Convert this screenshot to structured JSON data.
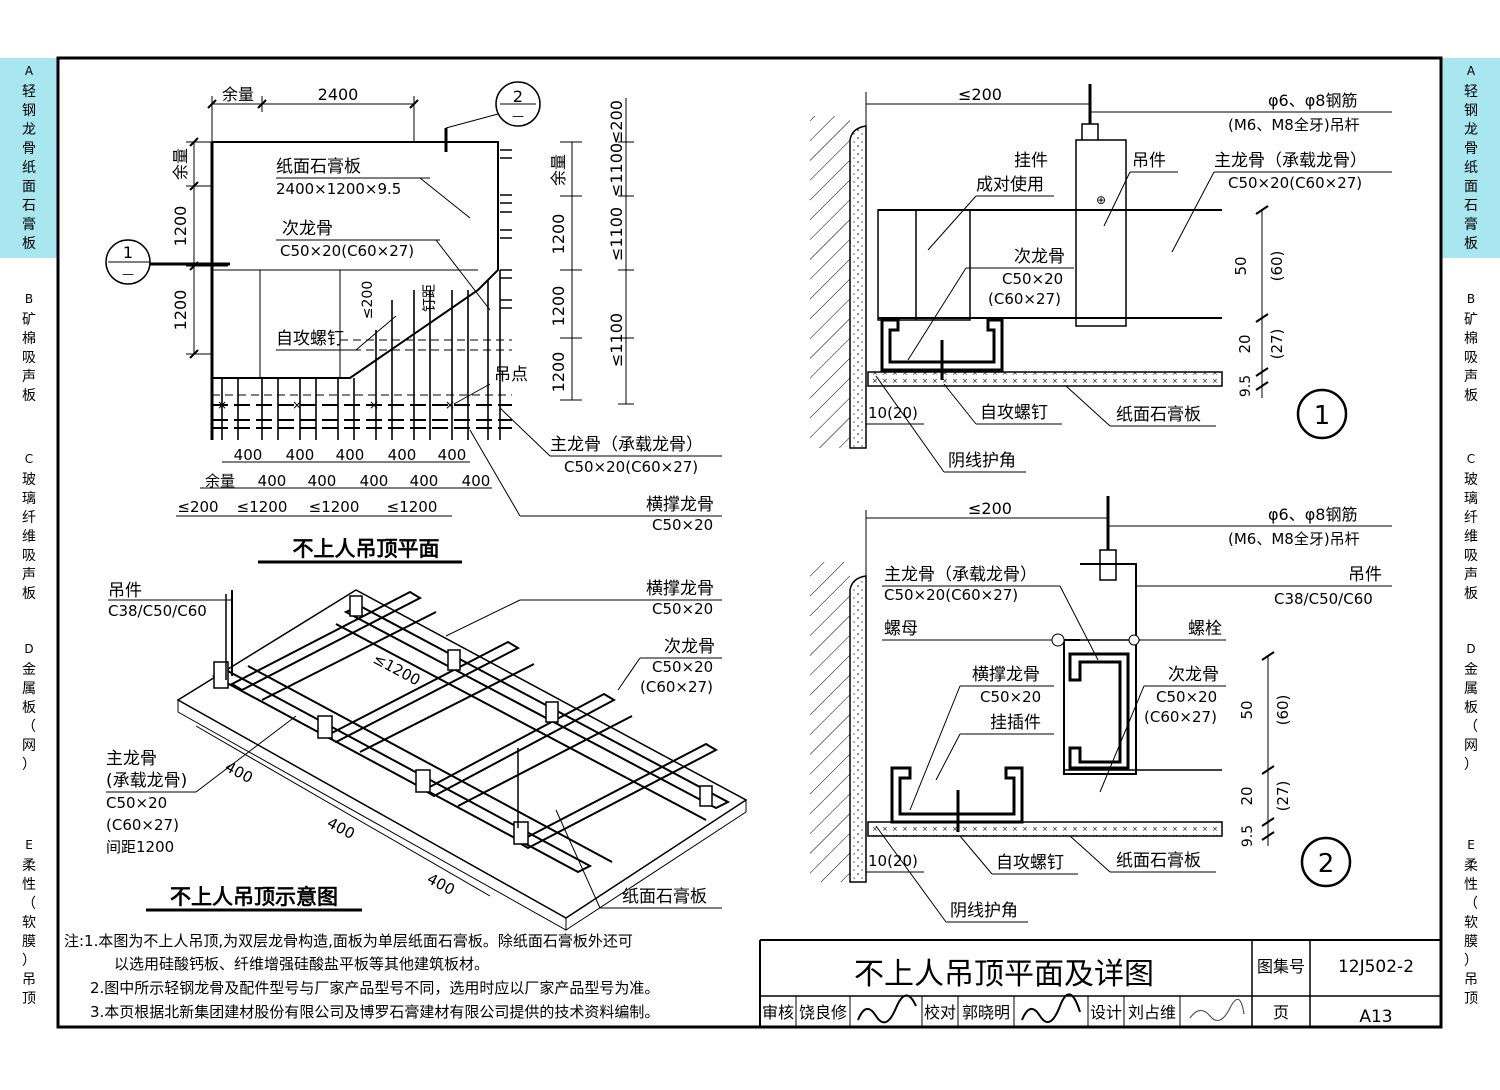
{
  "side_tabs": [
    {
      "letter": "A",
      "chars": [
        "轻",
        "钢",
        "龙",
        "骨",
        "纸",
        "面",
        "石",
        "膏",
        "板"
      ],
      "active": true
    },
    {
      "letter": "B",
      "chars": [
        "矿",
        "棉",
        "吸",
        "声",
        "板"
      ],
      "active": false
    },
    {
      "letter": "C",
      "chars": [
        "玻",
        "璃",
        "纤",
        "维",
        "吸",
        "声",
        "板"
      ],
      "active": false
    },
    {
      "letter": "D",
      "chars": [
        "金",
        "属",
        "板",
        "（",
        "网",
        "）"
      ],
      "active": false
    },
    {
      "letter": "E",
      "chars": [
        "柔",
        "性",
        "（",
        "软",
        "膜",
        "）",
        "吊",
        "顶"
      ],
      "active": false
    }
  ],
  "plan": {
    "title": "不上人吊顶平面",
    "top_dims": {
      "allowance": "余量",
      "width": "2400"
    },
    "left_dims": {
      "allowance": "余量",
      "a": "1200",
      "b": "1200"
    },
    "right_dims": {
      "allowance": "余量",
      "a": "1200",
      "b": "1200",
      "c": "1200",
      "d": "≤1100",
      "e": "≤1100",
      "f": "≤1100",
      "g": "≤200"
    },
    "board_label": "纸面石膏板",
    "board_size": "2400×1200×9.5",
    "secondary_label": "次龙骨",
    "secondary_size": "C50×20(C60×27)",
    "screw_spacing": "≤200",
    "nail_spacing": "钉距",
    "screw_label": "自攻螺钉",
    "hanger_point": "吊点",
    "bottom_row1": [
      "400",
      "400",
      "400",
      "400",
      "400"
    ],
    "bottom_row2": [
      "余量",
      "400",
      "400",
      "400",
      "400",
      "400"
    ],
    "bottom_row3": [
      "≤200",
      "≤1200",
      "≤1200",
      "≤1200"
    ],
    "main_label": "主龙骨（承载龙骨）",
    "main_size": "C50×20(C60×27)",
    "cross_label": "横撑龙骨",
    "cross_size": "C50×20",
    "section_marks": [
      {
        "num": "1",
        "sub": "—"
      },
      {
        "num": "2",
        "sub": "—"
      }
    ]
  },
  "iso": {
    "title": "不上人吊顶示意图",
    "hanger_label": "吊件",
    "hanger_size": "C38/C50/C60",
    "cross_label": "横撑龙骨",
    "cross_size": "C50×20",
    "secondary_label": "次龙骨",
    "secondary_size1": "C50×20",
    "secondary_size2": "(C60×27)",
    "main_label1": "主龙骨",
    "main_label2": "(承载龙骨)",
    "main_size1": "C50×20",
    "main_size2": "(C60×27)",
    "main_spacing": "间距1200",
    "spacing_1200": "≤1200",
    "spacings": [
      "400",
      "400",
      "400"
    ],
    "board_label": "纸面石膏板"
  },
  "detail1": {
    "number": "1",
    "dim_200": "≤200",
    "rod_label": "φ6、φ8钢筋",
    "rod_sub": "(M6、M8全牙)吊杆",
    "pendant_label": "挂件",
    "pendant_sub": "成对使用",
    "hanger_label": "吊件",
    "main_label": "主龙骨（承载龙骨）",
    "main_size": "C50×20(C60×27)",
    "secondary_label": "次龙骨",
    "secondary_size1": "C50×20",
    "secondary_size2": "(C60×27)",
    "dim_50": "50",
    "dim_60": "(60)",
    "dim_20": "20",
    "dim_27": "(27)",
    "dim_95": "9.5",
    "edge_dim": "10(20)",
    "screw_label": "自攻螺钉",
    "board_label": "纸面石膏板",
    "corner_label": "阴线护角"
  },
  "detail2": {
    "number": "2",
    "dim_200": "≤200",
    "rod_label": "φ6、φ8钢筋",
    "rod_sub": "(M6、M8全牙)吊杆",
    "main_label": "主龙骨（承载龙骨）",
    "main_size": "C50×20(C60×27)",
    "hanger_label": "吊件",
    "hanger_size": "C38/C50/C60",
    "nut_label": "螺母",
    "bolt_label": "螺栓",
    "cross_label": "横撑龙骨",
    "cross_size": "C50×20",
    "plug_label": "挂插件",
    "secondary_label": "次龙骨",
    "secondary_size1": "C50×20",
    "secondary_size2": "(C60×27)",
    "dim_50": "50",
    "dim_60": "(60)",
    "dim_20": "20",
    "dim_27": "(27)",
    "dim_95": "9.5",
    "edge_dim": "10(20)",
    "screw_label": "自攻螺钉",
    "board_label": "纸面石膏板",
    "corner_label": "阴线护角"
  },
  "notes": {
    "l1": "注:1.本图为不上人吊顶,为双层龙骨构造,面板为单层纸面石膏板。除纸面石膏板外还可",
    "l2": "以选用硅酸钙板、纤维增强硅酸盐平板等其他建筑板材。",
    "l3": "2.图中所示轻钢龙骨及配件型号与厂家产品型号不同，选用时应以厂家产品型号为准。",
    "l4": "3.本页根据北新集团建材股份有限公司及博罗石膏建材有限公司提供的技术资料编制。"
  },
  "title_block": {
    "title": "不上人吊顶平面及详图",
    "atlas_label": "图集号",
    "atlas_no": "12J502-2",
    "page_label": "页",
    "page_no": "A13",
    "review": "审核",
    "reviewer": "饶良修",
    "check": "校对",
    "checker": "郭晓明",
    "design": "设计",
    "designer": "刘占维"
  }
}
